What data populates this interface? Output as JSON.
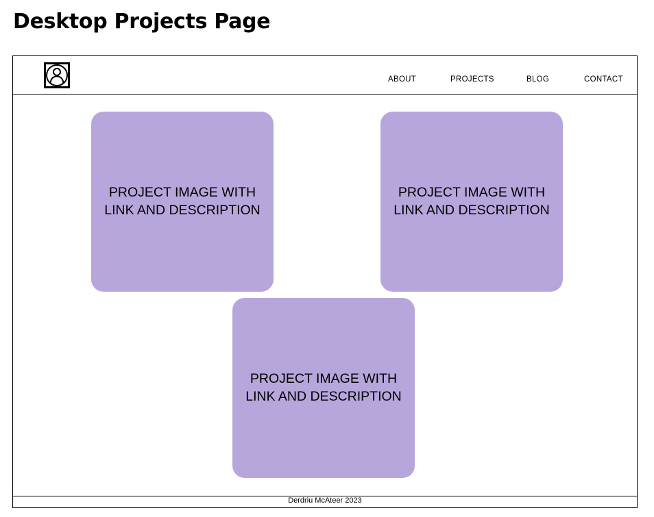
{
  "page_heading": "Desktop Projects Page",
  "header": {
    "logo_icon": "user-avatar-icon",
    "nav": {
      "about": "ABOUT",
      "projects": "PROJECTS",
      "blog": "BLOG",
      "contact": "CONTACT"
    }
  },
  "projects": [
    {
      "label": "PROJECT IMAGE WITH LINK AND DESCRIPTION"
    },
    {
      "label": "PROJECT IMAGE WITH LINK AND DESCRIPTION"
    },
    {
      "label": "PROJECT IMAGE WITH LINK AND DESCRIPTION"
    }
  ],
  "card_color": "#b6a6dc",
  "footer": {
    "text": "Derdriu McAteer 2023"
  }
}
